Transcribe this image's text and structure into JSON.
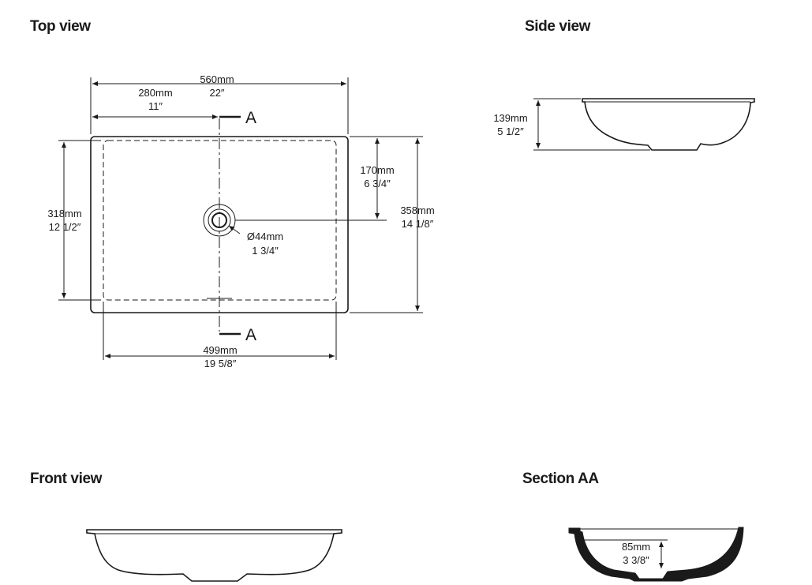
{
  "views": {
    "top": {
      "title": "Top view",
      "overall_width": {
        "mm": "560mm",
        "in": "22″"
      },
      "half_width": {
        "mm": "280mm",
        "in": "11″"
      },
      "inner_depth": {
        "mm": "318mm",
        "in": "12 1/2″"
      },
      "drain_offset": {
        "mm": "170mm",
        "in": "6 3/4″"
      },
      "overall_depth": {
        "mm": "358mm",
        "in": "14 1/8″"
      },
      "drain_diameter": {
        "mm": "Ø44mm",
        "in": "1 3/4″"
      },
      "inner_width": {
        "mm": "499mm",
        "in": "19 5/8″"
      },
      "section_marker_top": "A",
      "section_marker_bottom": "A"
    },
    "side": {
      "title": "Side view",
      "height": {
        "mm": "139mm",
        "in": "5 1/2″"
      }
    },
    "front": {
      "title": "Front view"
    },
    "section": {
      "title": "Section AA",
      "bowl_depth": {
        "mm": "85mm",
        "in": "3 3/8″"
      }
    }
  }
}
